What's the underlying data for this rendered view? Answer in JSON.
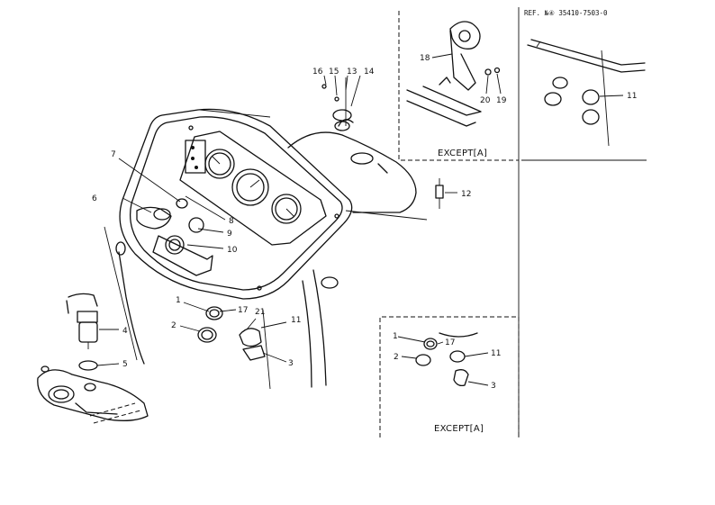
{
  "reference": "REF. №④  35410-7503-0",
  "captions": {
    "except_top": "EXCEPT[A]",
    "except_bottom": "EXCEPT[A]"
  },
  "callouts": {
    "c1": "1",
    "c2": "2",
    "c3": "3",
    "c4": "4",
    "c5": "5",
    "c6": "6",
    "c7": "7",
    "c8": "8",
    "c9": "9",
    "c10": "10",
    "c11": "11",
    "c12": "12",
    "c13": "13",
    "c14": "14",
    "c15": "15",
    "c16": "16",
    "c17": "17",
    "c18": "18",
    "c19": "19",
    "c20": "20",
    "c21": "21",
    "i17": "17",
    "i1": "1",
    "i2": "2",
    "i3": "3",
    "i11": "11",
    "t11": "11"
  }
}
